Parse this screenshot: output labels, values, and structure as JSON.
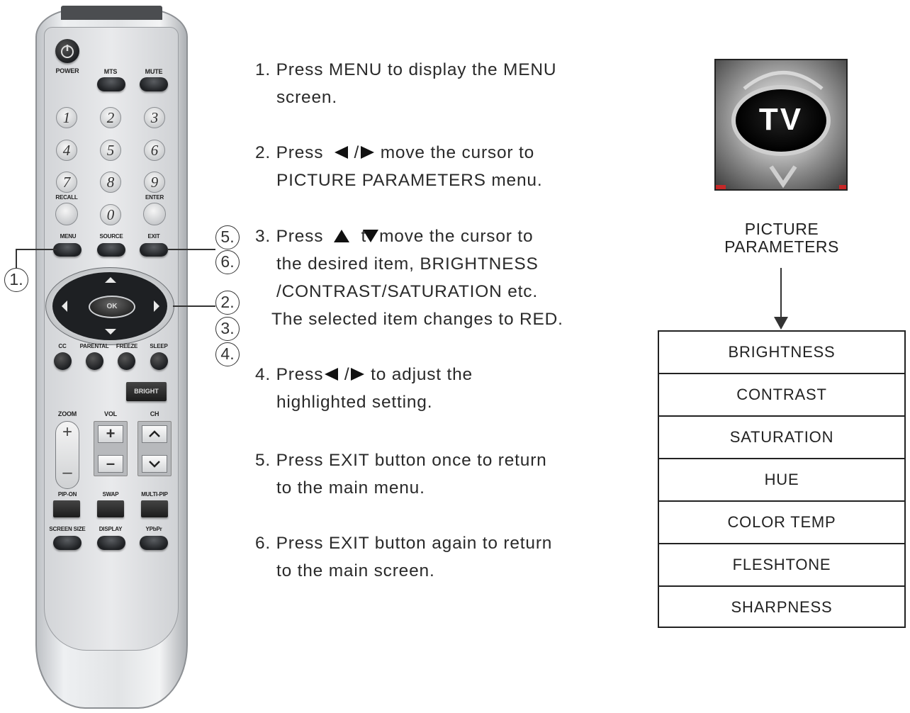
{
  "remote": {
    "labels": {
      "power": "POWER",
      "mts": "MTS",
      "mute": "MUTE",
      "recall": "RECALL",
      "enter": "ENTER",
      "menu": "MENU",
      "source": "SOURCE",
      "exit": "EXIT",
      "ok": "OK",
      "cc": "CC",
      "parental": "PARENTAL",
      "freeze": "FREEZE",
      "sleep": "SLEEP",
      "bright": "BRIGHT",
      "zoom": "ZOOM",
      "vol": "VOL",
      "ch": "CH",
      "pip_on": "PIP-ON",
      "swap": "SWAP",
      "multi_pip": "MULTI-PIP",
      "screen_size": "SCREEN SIZE",
      "display": "DISPLAY",
      "ypbpr": "YPbPr"
    },
    "digits": [
      "1",
      "2",
      "3",
      "4",
      "5",
      "6",
      "7",
      "8",
      "9",
      "0"
    ],
    "zoom_plus": "+",
    "zoom_minus": "–",
    "vol_plus": "+",
    "vol_minus": "–"
  },
  "callouts": [
    "1.",
    "2.",
    "3.",
    "4.",
    "5.",
    "6."
  ],
  "steps": [
    {
      "line1": "1. Press MENU to display the MENU",
      "line2": "screen."
    },
    {
      "line1a": "2. Press",
      "line1b": "/",
      "line1c": "move the cursor to",
      "line2": "PICTURE PARAMETERS menu."
    },
    {
      "line1a": "3. Press",
      "line1b": "t",
      "line1c": "move the cursor to",
      "line2": "the desired item, BRIGHTNESS",
      "line3": "/CONTRAST/SATURATION etc.",
      "line4": "The selected item changes to RED."
    },
    {
      "line1a": "4. Press",
      "line1b": "/",
      "line1c": "to adjust the",
      "line2": "highlighted setting."
    },
    {
      "line1": "5. Press EXIT button once to return",
      "line2": "to the main menu."
    },
    {
      "line1": "6. Press EXIT button again to return",
      "line2": "to the main screen."
    }
  ],
  "tv_icon": {
    "text": "TV"
  },
  "picture_parameters": {
    "title_line1": "PICTURE",
    "title_line2": "PARAMETERS",
    "items": [
      "BRIGHTNESS",
      "CONTRAST",
      "SATURATION",
      "HUE",
      "COLOR TEMP",
      "FLESHTONE",
      "SHARPNESS"
    ]
  },
  "colors": {
    "text": "#2a2a2a",
    "remote_body": "#e2e4e6",
    "button_dark": "#1f2124"
  }
}
